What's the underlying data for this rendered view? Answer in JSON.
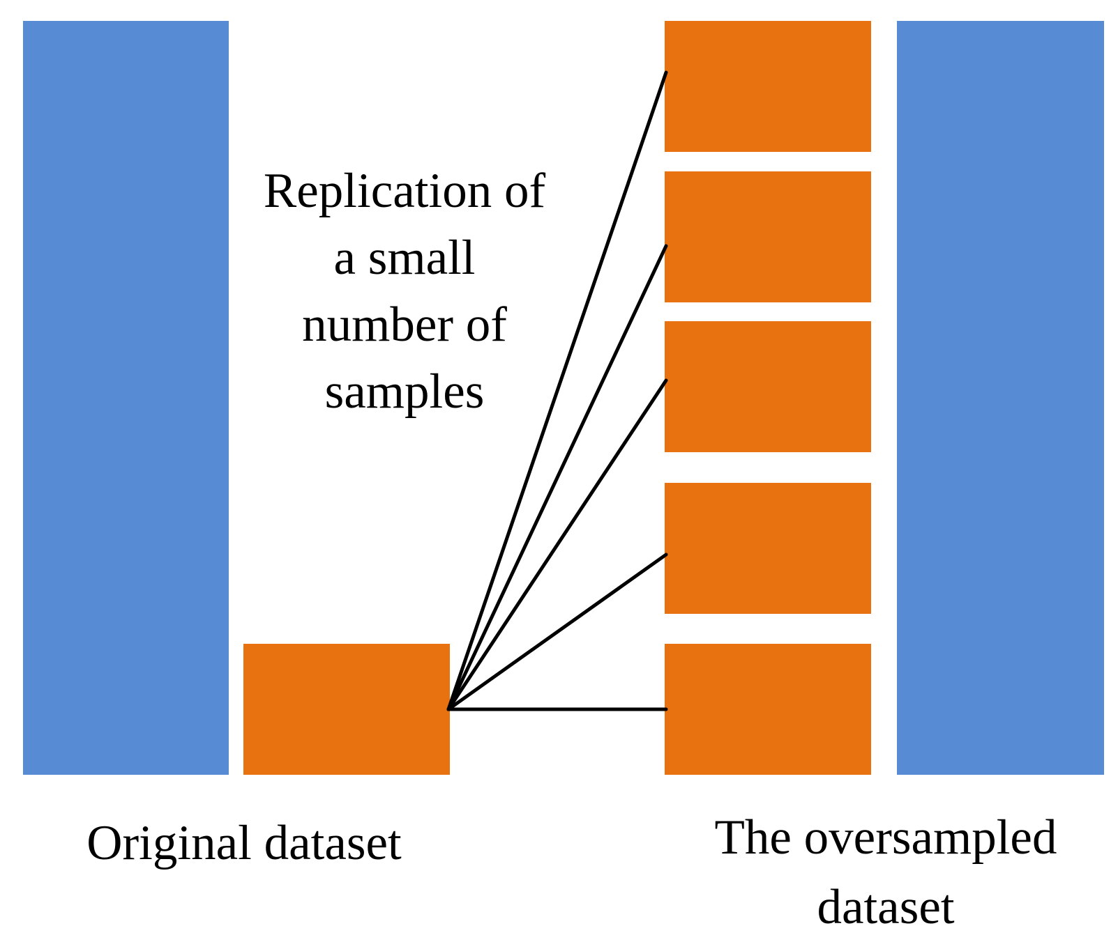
{
  "labels": {
    "replication": "Replication of\na small\nnumber of\nsamples",
    "original": "Original dataset",
    "oversampled": "The oversampled\ndataset"
  },
  "colors": {
    "majority": "#578bd4",
    "minority": "#e8720f",
    "line": "#000000",
    "background": "#ffffff"
  },
  "copies": 5
}
